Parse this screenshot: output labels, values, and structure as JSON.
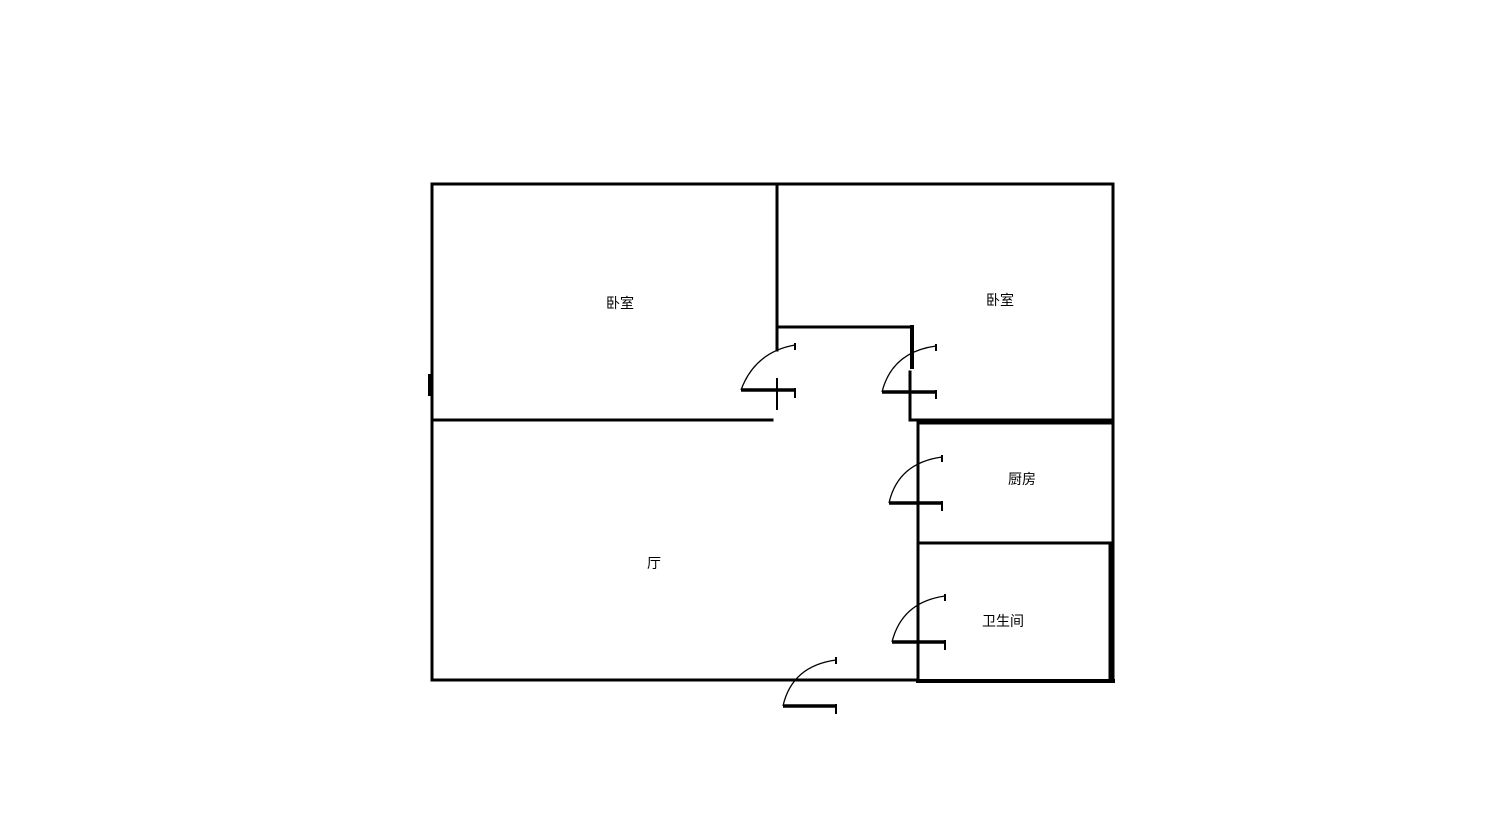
{
  "rooms": {
    "bedroom_left": {
      "label": "卧室"
    },
    "bedroom_right": {
      "label": "卧室"
    },
    "kitchen": {
      "label": "厨房"
    },
    "bathroom": {
      "label": "卫生间"
    },
    "living_room": {
      "label": "厅"
    }
  }
}
